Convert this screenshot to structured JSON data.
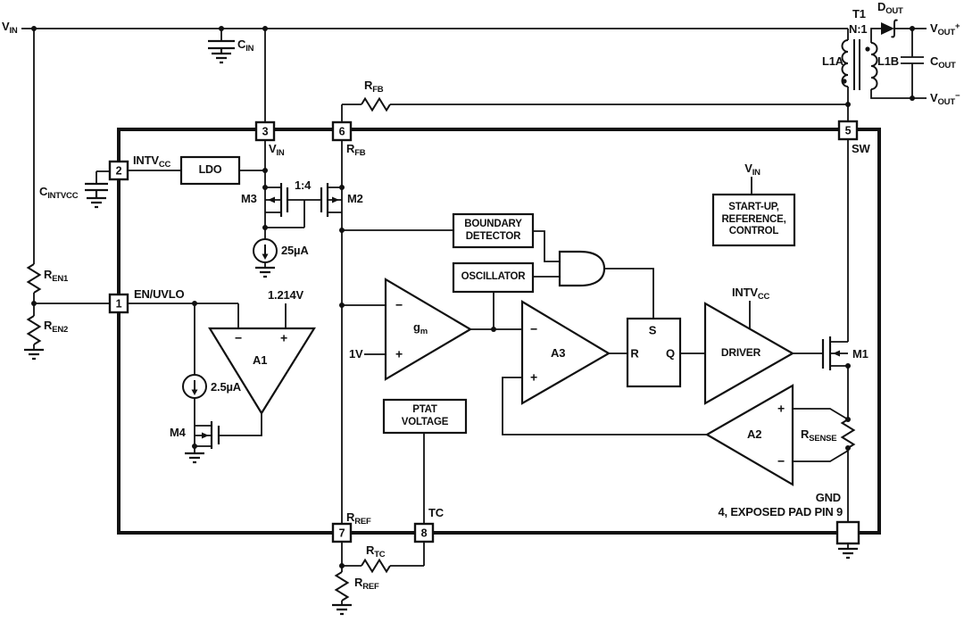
{
  "diagram": {
    "title": "Flyback converter IC block diagram",
    "line_color": "#111111",
    "terminals": {
      "vin": {
        "m": "V",
        "s": "IN"
      },
      "vout_plus": {
        "m": "V",
        "s": "OUT",
        "p": "+"
      },
      "vout_minus": {
        "m": "V",
        "s": "OUT",
        "p": "−"
      }
    },
    "pins": {
      "p1": {
        "n": "1",
        "name": "EN/UVLO"
      },
      "p2": {
        "n": "2",
        "name": {
          "m": "INTV",
          "s": "CC"
        }
      },
      "p3": {
        "n": "3",
        "name": {
          "m": "V",
          "s": "IN"
        }
      },
      "p5": {
        "n": "5",
        "name": "SW"
      },
      "p6": {
        "n": "6",
        "name": {
          "m": "R",
          "s": "FB"
        }
      },
      "p7": {
        "n": "7",
        "name": {
          "m": "R",
          "s": "REF"
        }
      },
      "p8": {
        "n": "8",
        "name": "TC"
      },
      "gnd_pad": {
        "label": "GND",
        "note": "4, EXPOSED PAD PIN 9"
      }
    },
    "components": {
      "cin": {
        "m": "C",
        "s": "IN"
      },
      "cout": {
        "m": "C",
        "s": "OUT"
      },
      "cintvcc": {
        "m": "C",
        "s": "INTVCC"
      },
      "ren1": {
        "m": "R",
        "s": "EN1"
      },
      "ren2": {
        "m": "R",
        "s": "EN2"
      },
      "rfb": {
        "m": "R",
        "s": "FB"
      },
      "rtc": {
        "m": "R",
        "s": "TC"
      },
      "rref": {
        "m": "R",
        "s": "REF"
      },
      "rsense": {
        "m": "R",
        "s": "SENSE"
      },
      "t1": "T1",
      "n_ratio": "N:1",
      "l1a": "L1A",
      "l1b": "L1B",
      "dout": {
        "m": "D",
        "s": "OUT"
      },
      "m1": "M1",
      "m2": "M2",
      "m3": "M3",
      "m4": "M4",
      "mirror_ratio": "1:4",
      "i_25ua": "25µA",
      "i_2p5ua": "2.5µA",
      "v_ref": "1.214V",
      "v_1": "1V"
    },
    "blocks": {
      "ldo": "LDO",
      "boundary": {
        "l1": "BOUNDARY",
        "l2": "DETECTOR"
      },
      "oscillator": "OSCILLATOR",
      "ptat": {
        "l1": "PTAT",
        "l2": "VOLTAGE"
      },
      "startup": {
        "l1": "START-UP,",
        "l2": "REFERENCE,",
        "l3": "CONTROL"
      },
      "driver": "DRIVER",
      "latch": {
        "s": "S",
        "r": "R",
        "q": "Q"
      },
      "gm": {
        "m": "g",
        "s": "m"
      },
      "a1": "A1",
      "a2": "A2",
      "a3": "A3",
      "intvcc_driver": {
        "m": "INTV",
        "s": "CC"
      },
      "vin_startup": {
        "m": "V",
        "s": "IN"
      }
    },
    "signs": {
      "plus": "+",
      "minus": "−"
    }
  }
}
